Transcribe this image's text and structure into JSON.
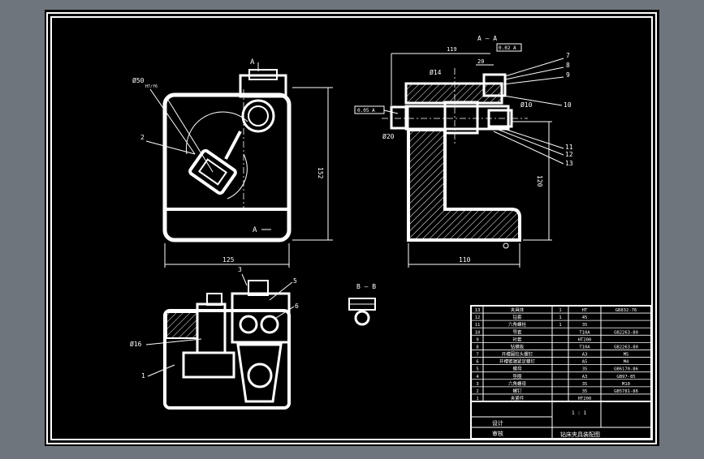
{
  "colors": {
    "background": "#000000",
    "frame_outside": "#6e757c",
    "line": "#ffffff",
    "accent": "#ffff00"
  },
  "view_labels": {
    "section_a_top": "A",
    "section_a_bottom": "A",
    "section_aa": "A — A",
    "section_bb": "B — B"
  },
  "dimensions": {
    "bore_top": "Ø50",
    "bore_top_tol": "H7/f6",
    "width_125": "125",
    "height_152": "152",
    "len_119": "119",
    "len_20": "20",
    "tol_box": "0.02 A",
    "dia_14": "Ø14",
    "dia_10": "Ø10",
    "dia_20": "Ø20",
    "perp_box": "0.05 A",
    "height_120": "120",
    "width_110": "110",
    "dia_16": "Ø16"
  },
  "part_numbers": {
    "p1": "1",
    "p2": "2",
    "p3": "3",
    "p5": "5",
    "p6": "6",
    "p7": "7",
    "p8": "8",
    "p9": "9",
    "p10": "10",
    "p11": "11",
    "p12": "12",
    "p13": "13"
  },
  "bom": {
    "rows": [
      {
        "name": "夹具体",
        "qty": "1",
        "mat": "HT",
        "std": "GB832-76"
      },
      {
        "name": "钻套",
        "qty": "1",
        "mat": "45",
        "std": ""
      },
      {
        "name": "六角螺栓",
        "qty": "1",
        "mat": "35",
        "std": ""
      },
      {
        "name": "导套",
        "qty": "",
        "mat": "T10A",
        "std": "GB2263-80"
      },
      {
        "name": "衬套",
        "qty": "",
        "mat": "HT200",
        "std": ""
      },
      {
        "name": "钻模板",
        "qty": "",
        "mat": "T10A",
        "std": "GB2263-80"
      },
      {
        "name": "开槽圆柱头螺钉",
        "qty": "",
        "mat": "A3",
        "std": "M5"
      },
      {
        "name": "开槽锥端紧定螺钉",
        "qty": "",
        "mat": "A5",
        "std": "M4"
      },
      {
        "name": "螺母",
        "qty": "",
        "mat": "35",
        "std": "GB6170-86"
      },
      {
        "name": "垫圈",
        "qty": "",
        "mat": "A3",
        "std": "GB97-85"
      },
      {
        "name": "六角螺母",
        "qty": "",
        "mat": "35",
        "std": "M10"
      },
      {
        "name": "螺钉",
        "qty": "",
        "mat": "35",
        "std": "GB5781-86"
      },
      {
        "name": "夹紧件",
        "qty": "",
        "mat": "HT200",
        "std": ""
      }
    ],
    "scale": "1 : 1",
    "designer": "设计",
    "checker": "审核",
    "title": "钻床夹具装配图"
  }
}
